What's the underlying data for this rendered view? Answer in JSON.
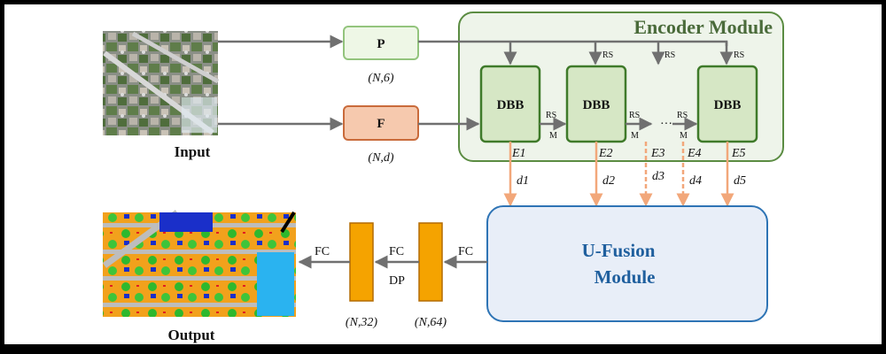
{
  "input": {
    "label": "Input"
  },
  "output": {
    "label": "Output"
  },
  "p_box": {
    "label": "P",
    "dim": "(N,6)"
  },
  "f_box": {
    "label": "F",
    "dim": "(N,d)"
  },
  "encoder": {
    "title": "Encoder Module",
    "block_label": "DBB",
    "rs": "RS",
    "m": "M",
    "ellipsis": "···",
    "outputs": [
      "E1",
      "E2",
      "E3",
      "E4",
      "E5"
    ]
  },
  "decoder_links": [
    "d1",
    "d2",
    "d3",
    "d4",
    "d5"
  ],
  "fusion": {
    "line1": "U-Fusion",
    "line2": "Module"
  },
  "head": {
    "fc": "FC",
    "dp": "DP",
    "dim_a": "(N,32)",
    "dim_b": "(N,64)"
  },
  "colors": {
    "frame_bg": "#000000",
    "panel_bg": "#ffffff",
    "encoder_fill": "#eef4ea",
    "encoder_border": "#5b8c42",
    "dbb_fill": "#d6e7c5",
    "dbb_border": "#3f7a2a",
    "p_fill": "#eef7e6",
    "p_border": "#93c47d",
    "f_fill": "#f6c9ae",
    "f_border": "#c96b3b",
    "fusion_fill": "#e8eef8",
    "fusion_border": "#2e74b5",
    "fusion_text": "#1f5f9e",
    "fc_fill": "#f5a300",
    "fc_border": "#b36b00",
    "arrow_gray": "#707070",
    "arrow_orange": "#f2a77a"
  }
}
